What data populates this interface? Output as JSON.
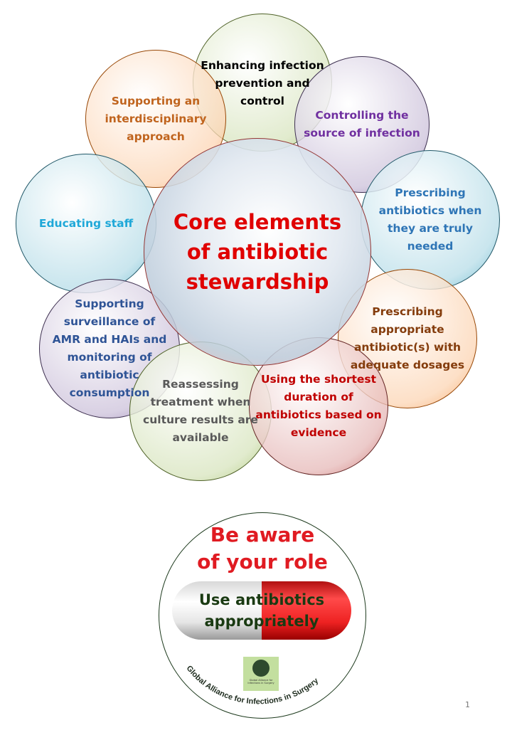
{
  "center": {
    "label": "Core elements\nof antibiotic\nstewardship"
  },
  "elements": [
    {
      "label": "Enhancing infection\nprevention and\ncontrol",
      "color": "#000000",
      "theme": "green"
    },
    {
      "label": "Supporting an\ninterdisciplinary\napproach",
      "color": "#c0641e",
      "theme": "orange"
    },
    {
      "label": "Controlling the\nsource of infection",
      "color": "#7030a0",
      "theme": "purple"
    },
    {
      "label": "Educating staff",
      "color": "#1fa8d8",
      "theme": "blue"
    },
    {
      "label": "Prescribing\nantibiotics when\nthey are truly\nneeded",
      "color": "#2e75b6",
      "theme": "blue"
    },
    {
      "label": "Supporting\nsurveillance of\nAMR and HAIs and\nmonitoring of\nantibiotic\nconsumption",
      "color": "#2f5496",
      "theme": "purple"
    },
    {
      "label": "Prescribing\nappropriate\nantibiotic(s) with\nadequate dosages",
      "color": "#843c0c",
      "theme": "orange"
    },
    {
      "label": "Reassessing\ntreatment when\nculture results are\navailable",
      "color": "#595959",
      "theme": "green"
    },
    {
      "label": "Using the shortest\nduration of\nantibiotics based on\nevidence",
      "color": "#c00000",
      "theme": "red"
    }
  ],
  "badge": {
    "title": "Be aware\nof your role",
    "pill_text": "Use antibiotics\nappropriately",
    "logo_text": "Global Alliance for\nInfections in Surgery",
    "arc_text": "Global Alliance for Infections in Surgery"
  },
  "page_number": "1"
}
